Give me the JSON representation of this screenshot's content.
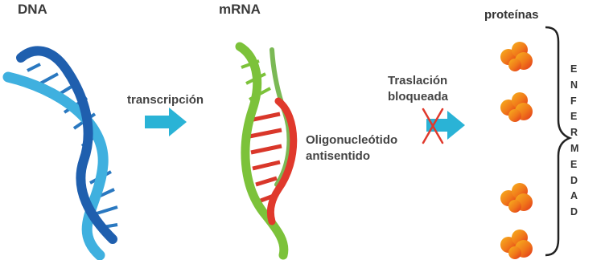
{
  "labels": {
    "dna": "DNA",
    "mrna": "mRNA",
    "proteins": "proteínas",
    "transcription": "transcripción",
    "translation_line1": "Traslación",
    "translation_line2": "bloqueada",
    "oligo_line1": "Oligonucleótido",
    "oligo_line2": "antisentido"
  },
  "disease_letters": [
    "E",
    "N",
    "F",
    "E",
    "R",
    "M",
    "E",
    "D",
    "A",
    "D"
  ],
  "colors": {
    "dna_dark": "#1f5fae",
    "dna_light": "#3fb0df",
    "rna_green": "#7cc23a",
    "antisense_red": "#e0392c",
    "arrow": "#2ab3d6",
    "protein_orange": "#f08a1c",
    "protein_red": "#e23b1e",
    "cross": "#e0392c"
  }
}
